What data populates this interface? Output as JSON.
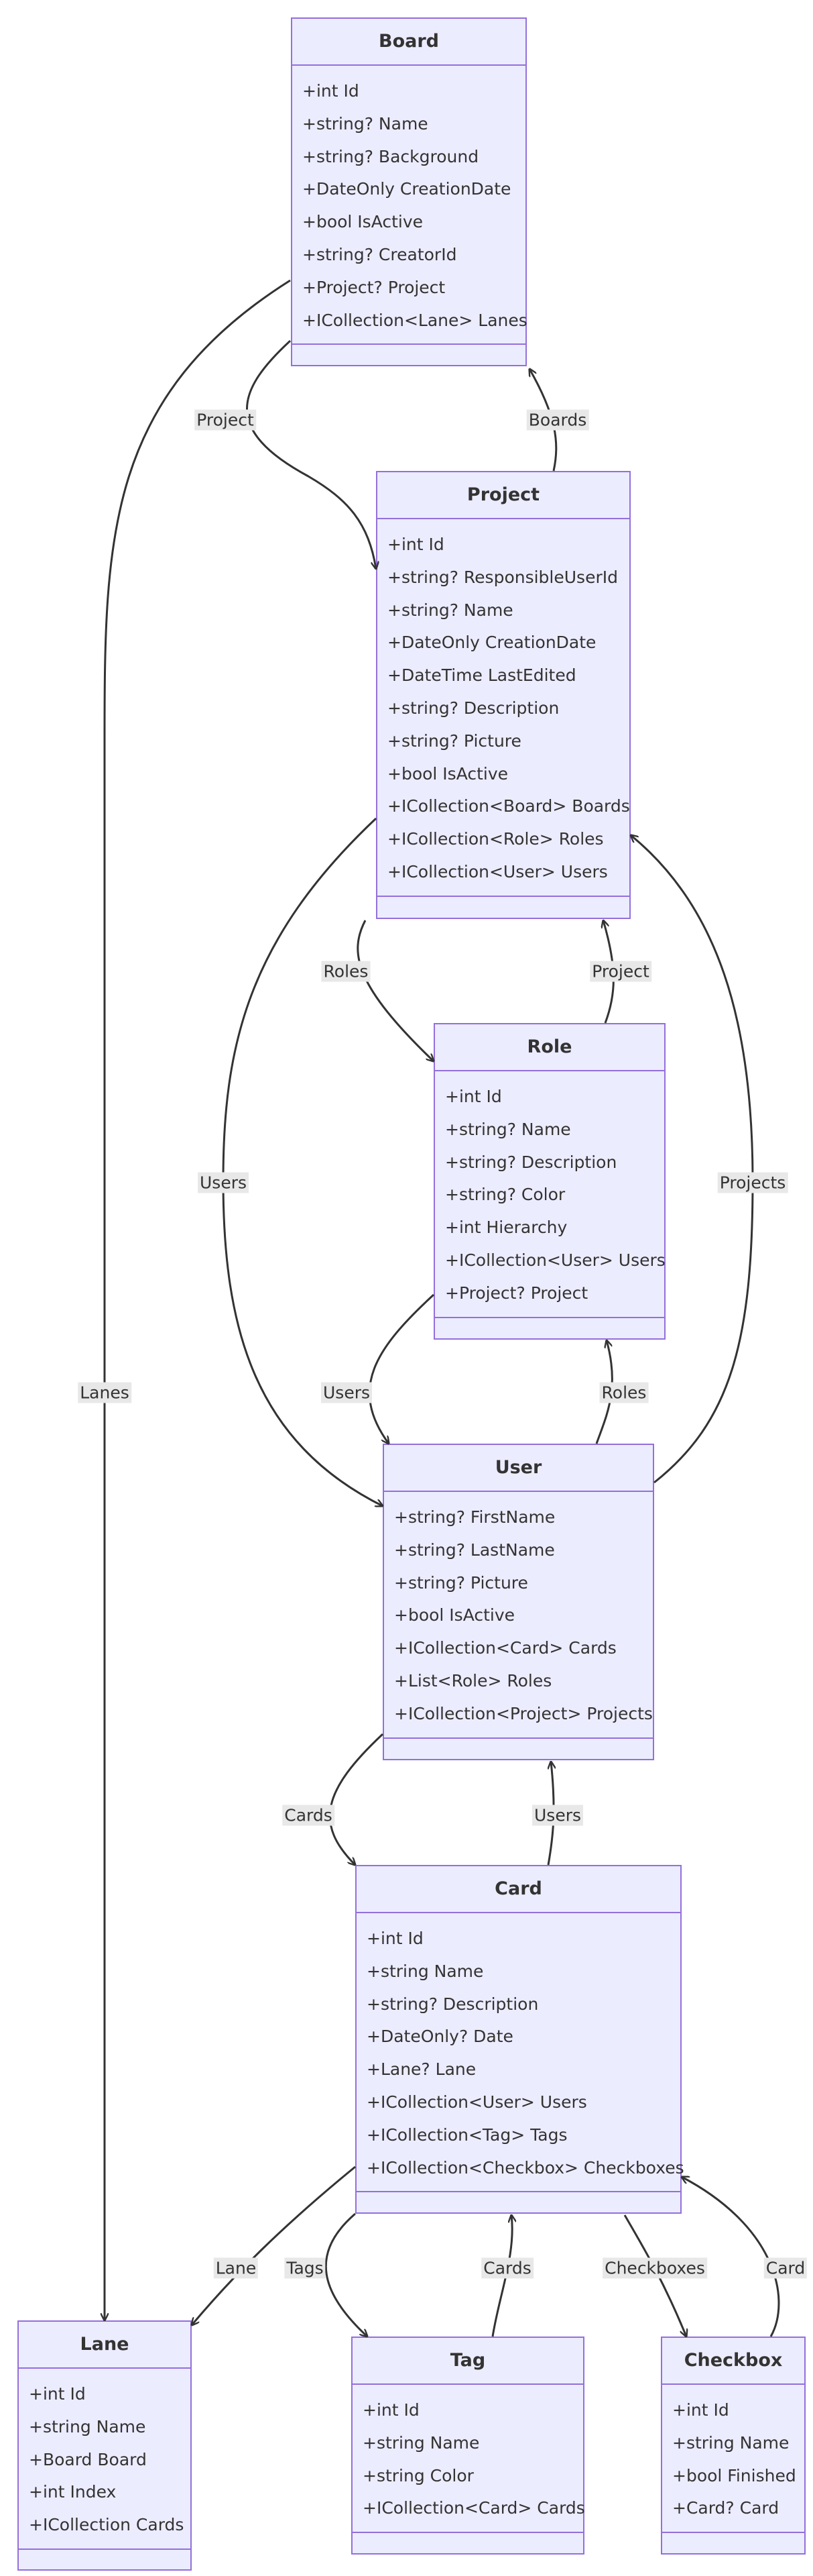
{
  "classes": {
    "board": {
      "name": "Board",
      "attributes": [
        "+int Id",
        "+string? Name",
        "+string? Background",
        "+DateOnly CreationDate",
        "+bool IsActive",
        "+string? CreatorId",
        "+Project? Project",
        "+ICollection<Lane> Lanes"
      ]
    },
    "project": {
      "name": "Project",
      "attributes": [
        "+int Id",
        "+string? ResponsibleUserId",
        "+string? Name",
        "+DateOnly CreationDate",
        "+DateTime LastEdited",
        "+string? Description",
        "+string? Picture",
        "+bool IsActive",
        "+ICollection<Board> Boards",
        "+ICollection<Role> Roles",
        "+ICollection<User> Users"
      ]
    },
    "role": {
      "name": "Role",
      "attributes": [
        "+int Id",
        "+string? Name",
        "+string? Description",
        "+string? Color",
        "+int Hierarchy",
        "+ICollection<User> Users",
        "+Project? Project"
      ]
    },
    "user": {
      "name": "User",
      "attributes": [
        "+string? FirstName",
        "+string? LastName",
        "+string? Picture",
        "+bool IsActive",
        "+ICollection<Card> Cards",
        "+List<Role> Roles",
        "+ICollection<Project> Projects"
      ]
    },
    "card": {
      "name": "Card",
      "attributes": [
        "+int Id",
        "+string Name",
        "+string? Description",
        "+DateOnly? Date",
        "+Lane? Lane",
        "+ICollection<User> Users",
        "+ICollection<Tag> Tags",
        "+ICollection<Checkbox> Checkboxes"
      ]
    },
    "lane": {
      "name": "Lane",
      "attributes": [
        "+int Id",
        "+string Name",
        "+Board Board",
        "+int Index",
        "+ICollection Cards"
      ]
    },
    "tag": {
      "name": "Tag",
      "attributes": [
        "+int Id",
        "+string Name",
        "+string Color",
        "+ICollection<Card> Cards"
      ]
    },
    "checkbox": {
      "name": "Checkbox",
      "attributes": [
        "+int Id",
        "+string Name",
        "+bool Finished",
        "+Card? Card"
      ]
    }
  },
  "edges": [
    {
      "id": "board-project",
      "label": "Project"
    },
    {
      "id": "project-board",
      "label": "Boards"
    },
    {
      "id": "board-lane",
      "label": "Lanes"
    },
    {
      "id": "project-role",
      "label": "Roles"
    },
    {
      "id": "role-project",
      "label": "Project"
    },
    {
      "id": "project-user",
      "label": "Users"
    },
    {
      "id": "user-project",
      "label": "Projects"
    },
    {
      "id": "role-user",
      "label": "Users"
    },
    {
      "id": "user-role",
      "label": "Roles"
    },
    {
      "id": "user-card",
      "label": "Cards"
    },
    {
      "id": "card-user",
      "label": "Users"
    },
    {
      "id": "card-lane",
      "label": "Lane"
    },
    {
      "id": "card-tag",
      "label": "Tags"
    },
    {
      "id": "tag-card",
      "label": "Cards"
    },
    {
      "id": "card-checkbox",
      "label": "Checkboxes"
    },
    {
      "id": "checkbox-card",
      "label": "Card"
    }
  ]
}
